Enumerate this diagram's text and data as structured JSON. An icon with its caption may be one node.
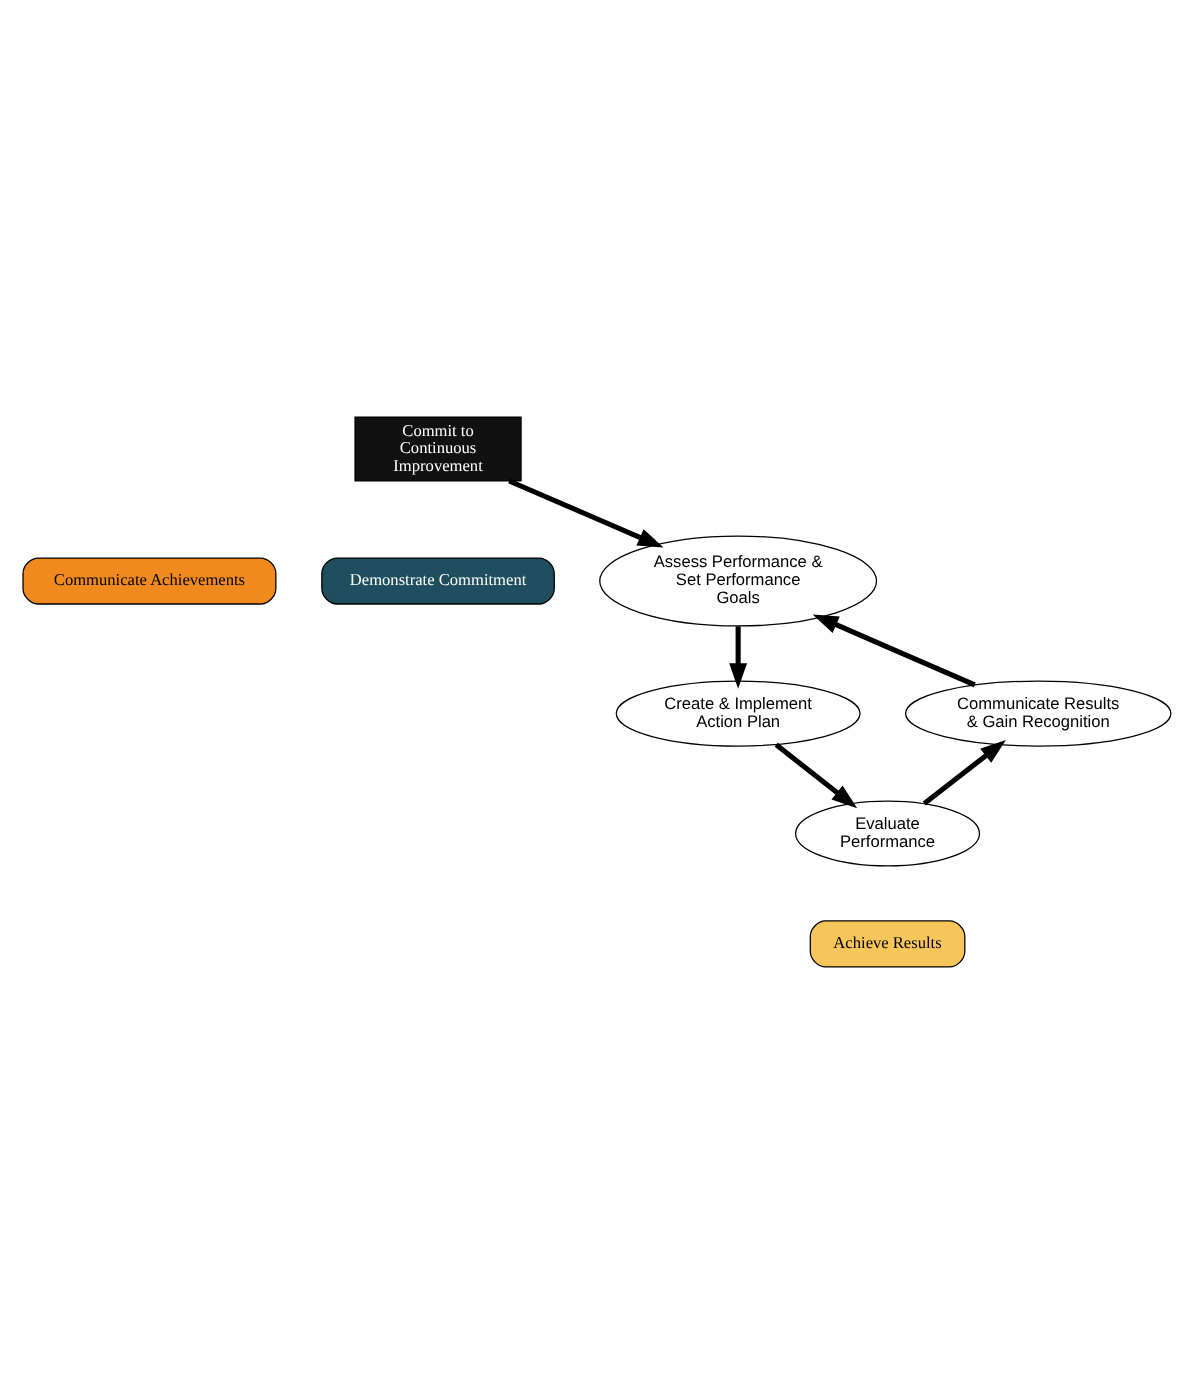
{
  "diagram": {
    "nodes": [
      {
        "text": [
          "Commit to Continuous Improvement"
        ]
      },
      {
        "text": [
          "Communicate Achievements"
        ]
      },
      {
        "text": [
          "Demonstrate Commitment"
        ]
      },
      {
        "text": [
          "Assess Performance & Set Performance Goals"
        ]
      },
      {
        "text": [
          "Communicate Results & Gain Recognition"
        ]
      },
      {
        "text": [
          "Create & Implement Action Plan"
        ]
      },
      {
        "text": [
          "Evaluate Performance"
        ]
      },
      {
        "text": [
          "Achieve Results"
        ]
      }
    ],
    "edges": [
      {
        "from": 0,
        "to": 3,
        "arrow": "to"
      },
      {
        "from": 3,
        "to": 5,
        "arrow": "to"
      },
      {
        "from": 5,
        "to": 6,
        "arrow": "to"
      },
      {
        "from": 6,
        "to": 4,
        "arrow": "to"
      },
      {
        "from": 4,
        "to": 3,
        "arrow": "to"
      }
    ]
  }
}
